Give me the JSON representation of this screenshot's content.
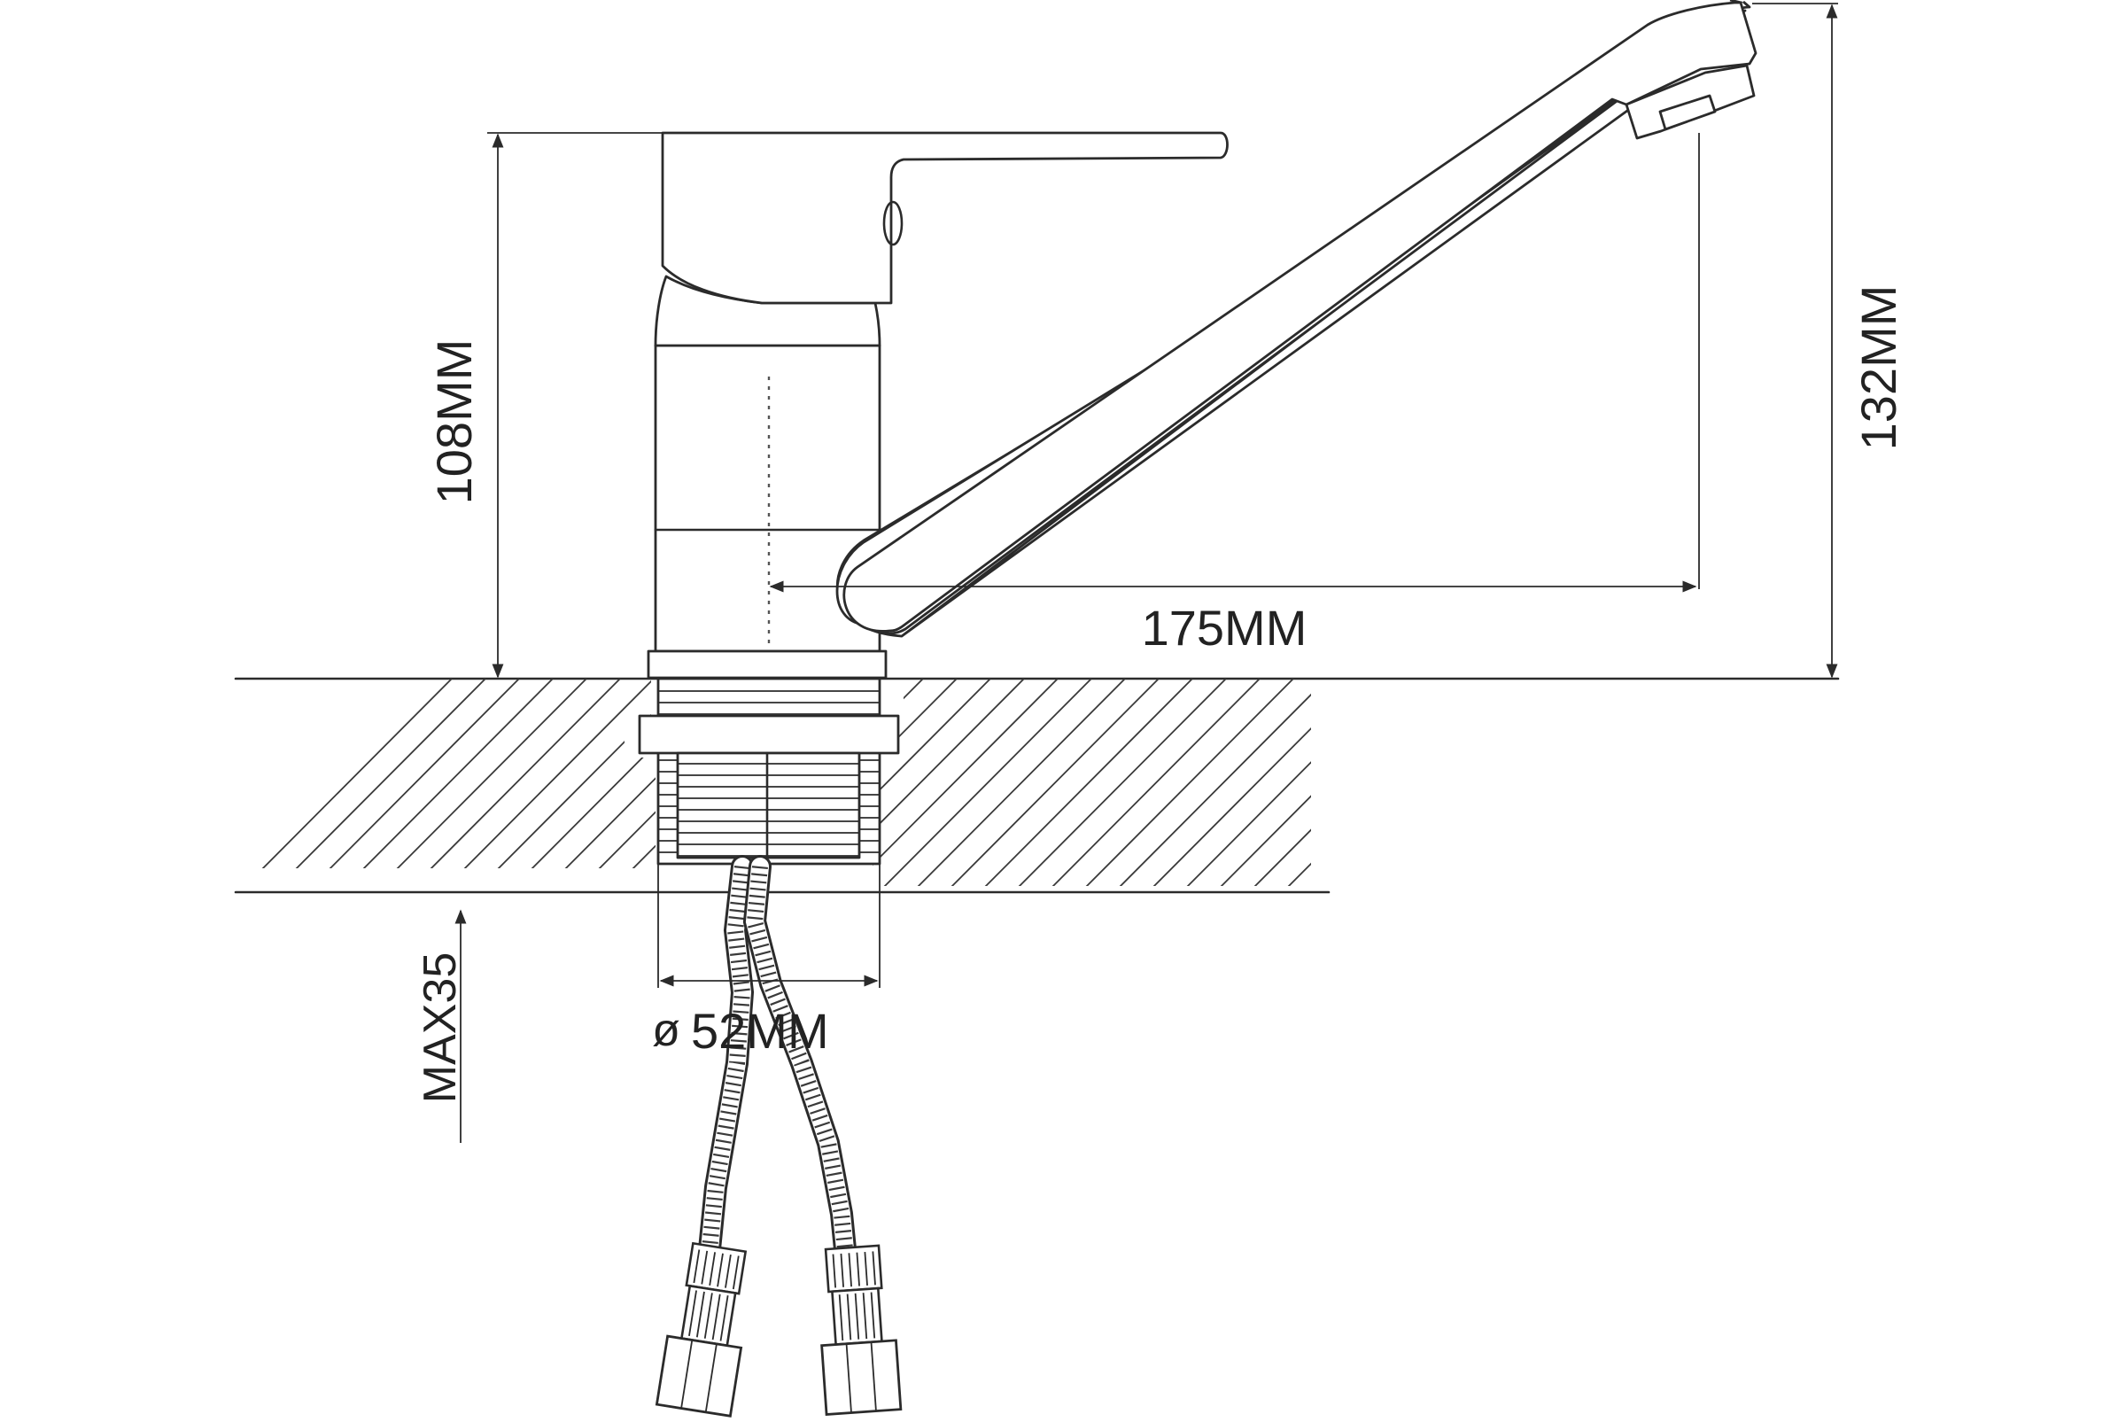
{
  "dimensions": {
    "height_body": "108MM",
    "height_total": "132MM",
    "spout_reach": "175MM",
    "base_diameter_symbol": "ø",
    "base_diameter": "52MM",
    "max_thickness": "MAX35"
  },
  "colors": {
    "line": "#2b2b2b",
    "background": "#ffffff"
  }
}
